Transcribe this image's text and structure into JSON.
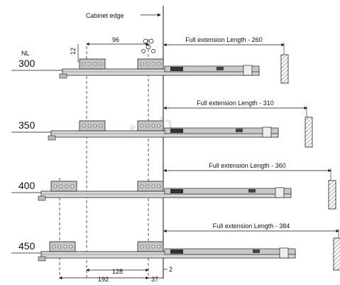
{
  "watermark": "tech",
  "header": {
    "cabinet_edge": "Cabinet edge",
    "nl_label": "NL"
  },
  "dims": {
    "d96": "96",
    "d12": "12",
    "d128": "128",
    "d192": "192",
    "d37": "37",
    "d2": "2"
  },
  "rows": [
    {
      "nl": "300",
      "extension": "Full extension Length - 260"
    },
    {
      "nl": "350",
      "extension": "Full extension Length - 310"
    },
    {
      "nl": "400",
      "extension": "Full extension Length - 360"
    },
    {
      "nl": "450",
      "extension": "Full extension Length - 384"
    }
  ]
}
